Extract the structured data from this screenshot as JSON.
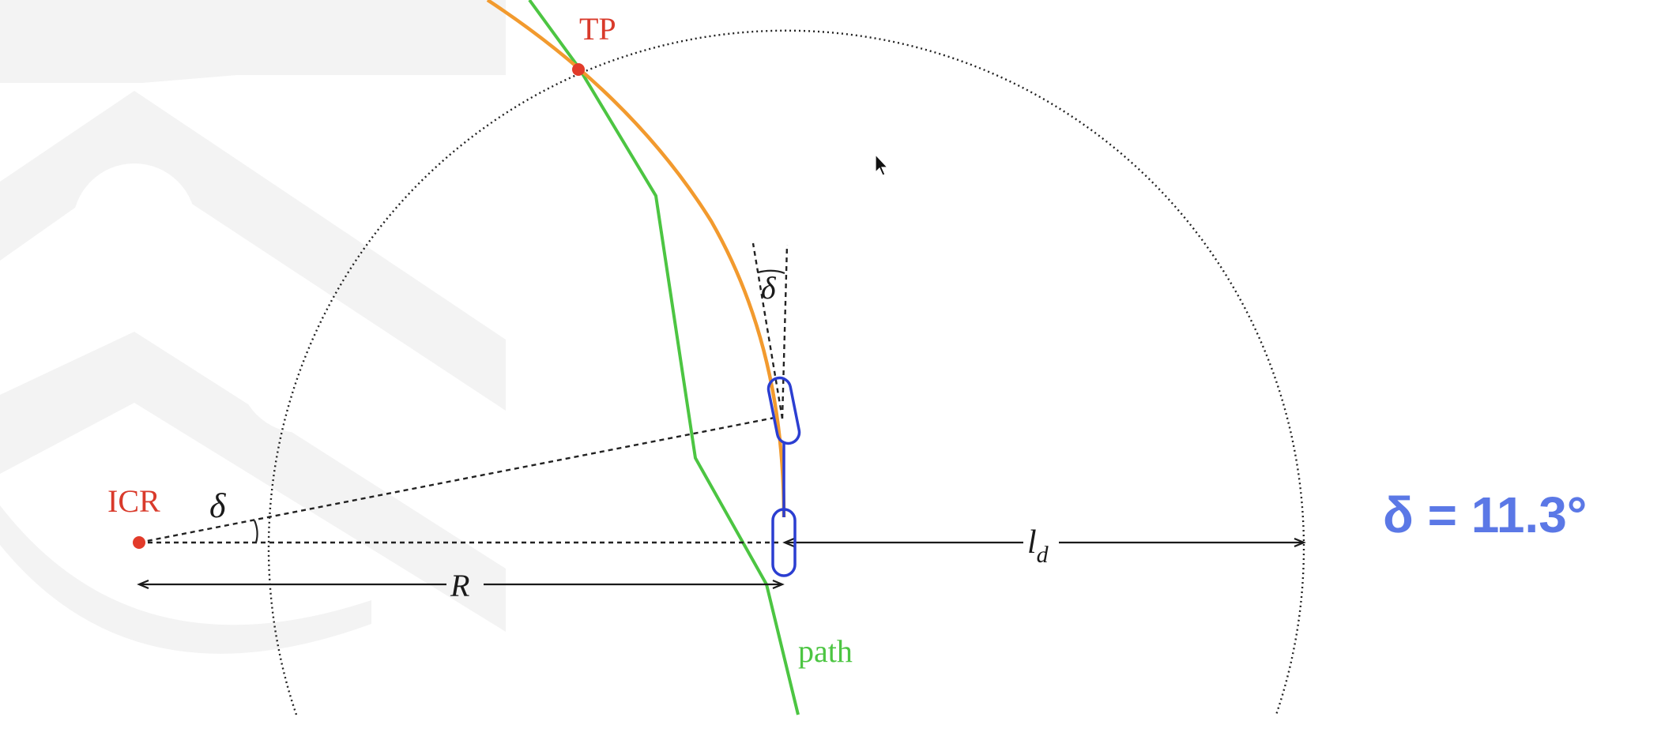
{
  "labels": {
    "tp": "TP",
    "icr": "ICR",
    "delta_icr": "δ",
    "delta_wheel": "δ",
    "R": "R",
    "ld_main": "l",
    "ld_sub": "d",
    "path": "path"
  },
  "readout": {
    "text": "δ = 11.3°",
    "value": 11.3,
    "unit": "°"
  },
  "colors": {
    "target_point": "#e23b2a",
    "icr_point": "#e23b2a",
    "label_red": "#d93a2b",
    "path_green": "#4cc542",
    "arc_orange": "#f29a2e",
    "vehicle_blue": "#2b3ed1",
    "readout_blue": "#5b78e6",
    "dimension_black": "#1a1a1a",
    "watermark_gray": "#f1f1f1"
  },
  "icons": {
    "cursor": "mouse-pointer-icon"
  }
}
